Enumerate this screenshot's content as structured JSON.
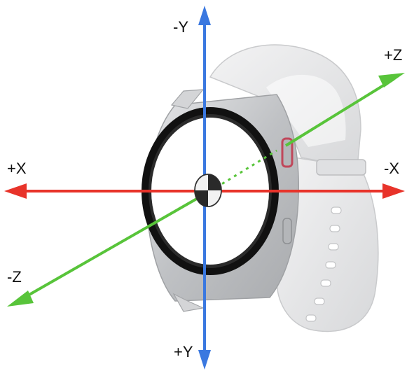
{
  "axes": {
    "neg_y": {
      "label": "-Y",
      "color": "#3a78e0"
    },
    "pos_y": {
      "label": "+Y",
      "color": "#3a78e0"
    },
    "pos_x": {
      "label": "+X",
      "color": "#e8332a"
    },
    "neg_x": {
      "label": "-X",
      "color": "#e8332a"
    },
    "pos_z": {
      "label": "+Z",
      "color": "#58c43a"
    },
    "neg_z": {
      "label": "-Z",
      "color": "#58c43a"
    }
  },
  "watch": {
    "body_color": "#cfd0d2",
    "band_color": "#e9e9ea",
    "bezel_color": "#111111",
    "face_color": "#ffffff",
    "accent_color": "#c0475a"
  },
  "origin_marker": {
    "fill_light": "#f2f2f2",
    "fill_dark": "#2a2a2a"
  }
}
